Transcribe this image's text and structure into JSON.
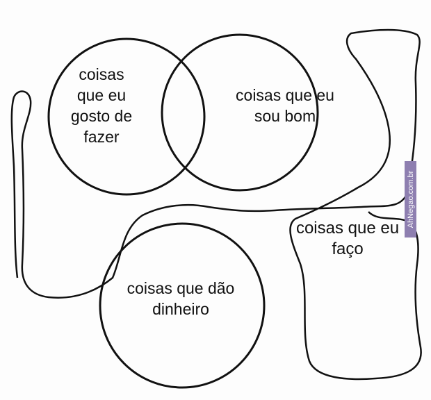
{
  "labels": {
    "likes": "coisas que eu gosto de fazer",
    "good_at": "coisas que eu sou bom",
    "money": "coisas que dão dinheiro",
    "do": "coisas que eu faço"
  },
  "watermark": "AhNegao.com.br",
  "colors": {
    "stroke": "#111111",
    "watermark": "#8e7fb0"
  }
}
